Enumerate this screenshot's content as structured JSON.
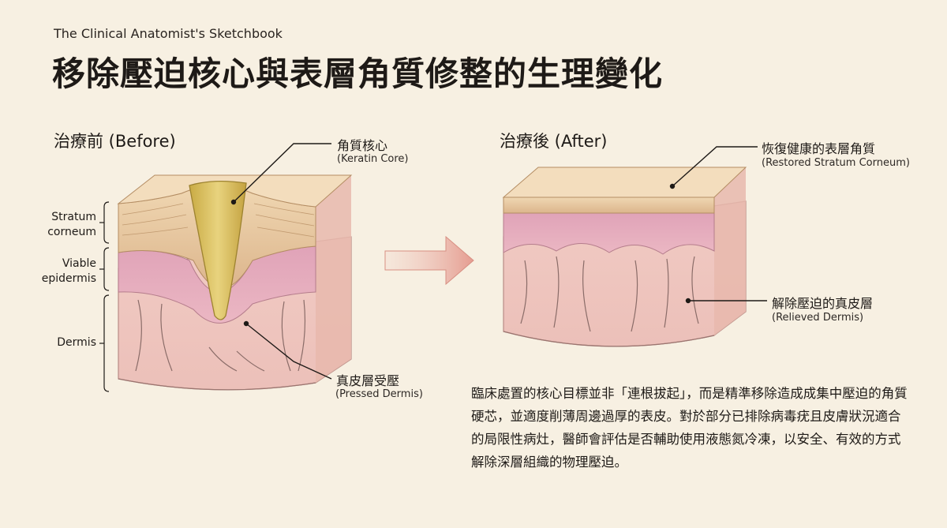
{
  "header": {
    "series": "The Clinical Anatomist's Sketchbook",
    "title": "移除壓迫核心與表層角質修整的生理變化"
  },
  "before": {
    "title": "治療前 (Before)",
    "keratin_core": {
      "zh": "角質核心",
      "en": "(Keratin Core)"
    },
    "pressed_dermis": {
      "zh": "真皮層受壓",
      "en": "(Pressed Dermis)"
    },
    "layers": {
      "stratum_line1": "Stratum",
      "stratum_line2": "corneum",
      "viable_line1": "Viable",
      "viable_line2": "epidermis",
      "dermis": "Dermis"
    }
  },
  "after": {
    "title": "治療後 (After)",
    "restored": {
      "zh": "恢復健康的表層角質",
      "en": "(Restored Stratum Corneum)"
    },
    "relieved": {
      "zh": "解除壓迫的真皮層",
      "en": "(Relieved Dermis)"
    }
  },
  "note": "臨床處置的核心目標並非「連根拔起」，而是精準移除造成成集中壓迫的角質硬芯，並適度削薄周邊過厚的表皮。對於部分已排除病毒疣且皮膚狀況適合的局限性病灶，醫師會評估是否輔助使用液態氮冷凍，以安全、有效的方式解除深層組織的物理壓迫。",
  "colors": {
    "background": "#f7f0e2",
    "stratum": "#e8c9a0",
    "epidermis": "#e6a9bd",
    "dermis": "#efc6c0",
    "keratin": "#d8bf5c",
    "vessel": "#8a6c68",
    "arrow": "#e9a79b"
  }
}
